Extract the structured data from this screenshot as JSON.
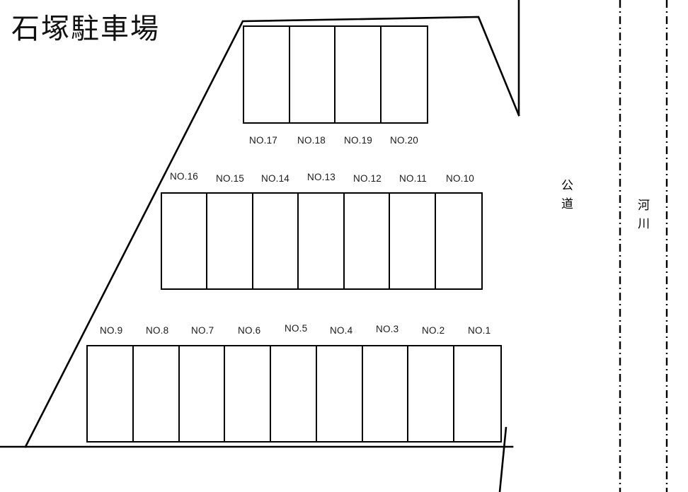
{
  "title": "石塚駐車場",
  "colors": {
    "ink": "#000000",
    "stall_border": "#000000",
    "boundary": "#000000",
    "background": "#ffffff"
  },
  "rows": {
    "top": {
      "name": "top-parking-row",
      "label_position": "below",
      "stalls": [
        {
          "label": "NO.17"
        },
        {
          "label": "NO.18"
        },
        {
          "label": "NO.19"
        },
        {
          "label": "NO.20"
        }
      ]
    },
    "middle": {
      "name": "middle-parking-row",
      "label_position": "above",
      "stalls": [
        {
          "label": "NO.16"
        },
        {
          "label": "NO.15"
        },
        {
          "label": "NO.14"
        },
        {
          "label": "NO.13"
        },
        {
          "label": "NO.12"
        },
        {
          "label": "NO.11"
        },
        {
          "label": "NO.10"
        }
      ]
    },
    "bottom": {
      "name": "bottom-parking-row",
      "label_position": "above",
      "stalls": [
        {
          "label": "NO.9"
        },
        {
          "label": "NO.8"
        },
        {
          "label": "NO.7"
        },
        {
          "label": "NO.6"
        },
        {
          "label": "NO.5"
        },
        {
          "label": "NO.4"
        },
        {
          "label": "NO.3"
        },
        {
          "label": "NO.2"
        },
        {
          "label": "NO.1"
        }
      ]
    }
  },
  "regions": {
    "road": {
      "line1": "公",
      "line2": "道"
    },
    "river": {
      "line1": "河",
      "line2": "川"
    }
  }
}
